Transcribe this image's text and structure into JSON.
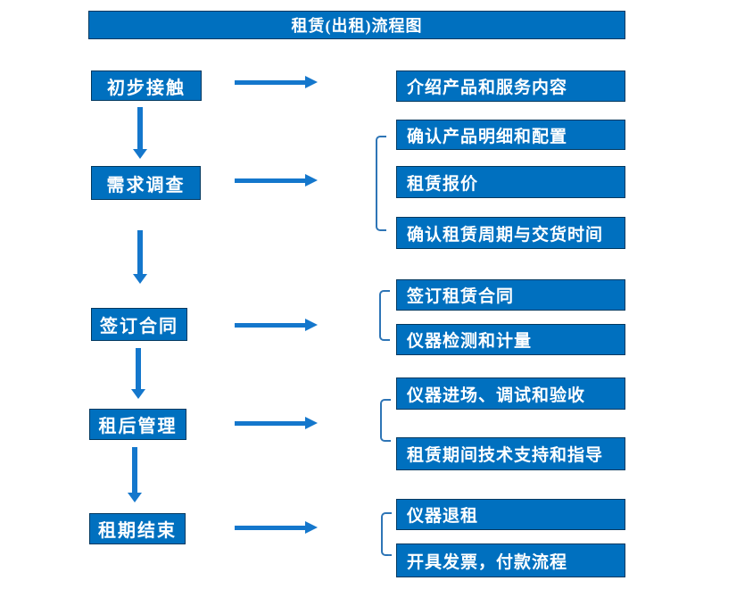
{
  "title": "租赁(出租)流程图",
  "colors": {
    "primary": "#0070BF",
    "arrow": "#1477CC",
    "bracket": "#2E75B6",
    "text": "#FFFFFF"
  },
  "steps": [
    {
      "label": "初步接触"
    },
    {
      "label": "需求调查"
    },
    {
      "label": "签订合同"
    },
    {
      "label": "租后管理"
    },
    {
      "label": "租期结束"
    }
  ],
  "details": {
    "step1": [
      "介绍产品和服务内容"
    ],
    "step2": [
      "确认产品明细和配置",
      "租赁报价",
      "确认租赁周期与交货时间"
    ],
    "step3": [
      "签订租赁合同",
      "仪器检测和计量"
    ],
    "step4": [
      "仪器进场、调试和验收",
      "租赁期间技术支持和指导"
    ],
    "step5": [
      "仪器退租",
      "开具发票，付款流程"
    ]
  }
}
